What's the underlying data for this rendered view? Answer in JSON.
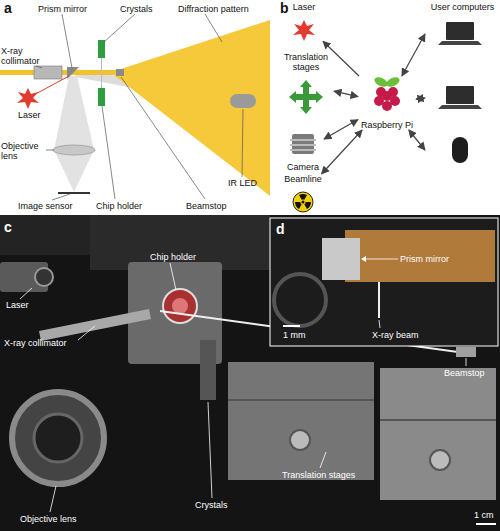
{
  "diagram": {
    "nodes": [
      {
        "text": [
          "Laser"
        ]
      },
      {
        "text": [
          "User computers"
        ]
      },
      {
        "text": [
          "Translation stages"
        ]
      },
      {
        "text": [
          "Raspberry Pi"
        ]
      },
      {
        "text": [
          "Camera"
        ]
      },
      {
        "text": [
          "Beamline"
        ]
      }
    ],
    "edges": [
      {
        "from": 3,
        "to": 0,
        "arrow": "to"
      },
      {
        "from": 3,
        "to": 2,
        "arrow": "both"
      },
      {
        "from": 3,
        "to": 4,
        "arrow": "both"
      },
      {
        "from": 3,
        "to": 5,
        "arrow": "both"
      },
      {
        "from": 3,
        "to": 1,
        "arrow": "both"
      },
      {
        "from": 3,
        "to": 1,
        "arrow": "both"
      },
      {
        "from": 3,
        "to": 1,
        "arrow": "both"
      }
    ],
    "labels": [
      "a",
      "Prism mirror",
      "Crystals",
      "Diffraction pattern",
      "X-ray collimator",
      "Laser",
      "Objective lens",
      "Image sensor",
      "Chip holder",
      "Beamstop",
      "IR LED",
      "b",
      "c",
      "Laser",
      "Chip holder",
      "X-ray collimator",
      "Objective lens",
      "Crystals",
      "Translation stages",
      "Beamstop",
      "1 cm",
      "d",
      "Prism mirror",
      "1 mm",
      "X-ray beam"
    ]
  }
}
